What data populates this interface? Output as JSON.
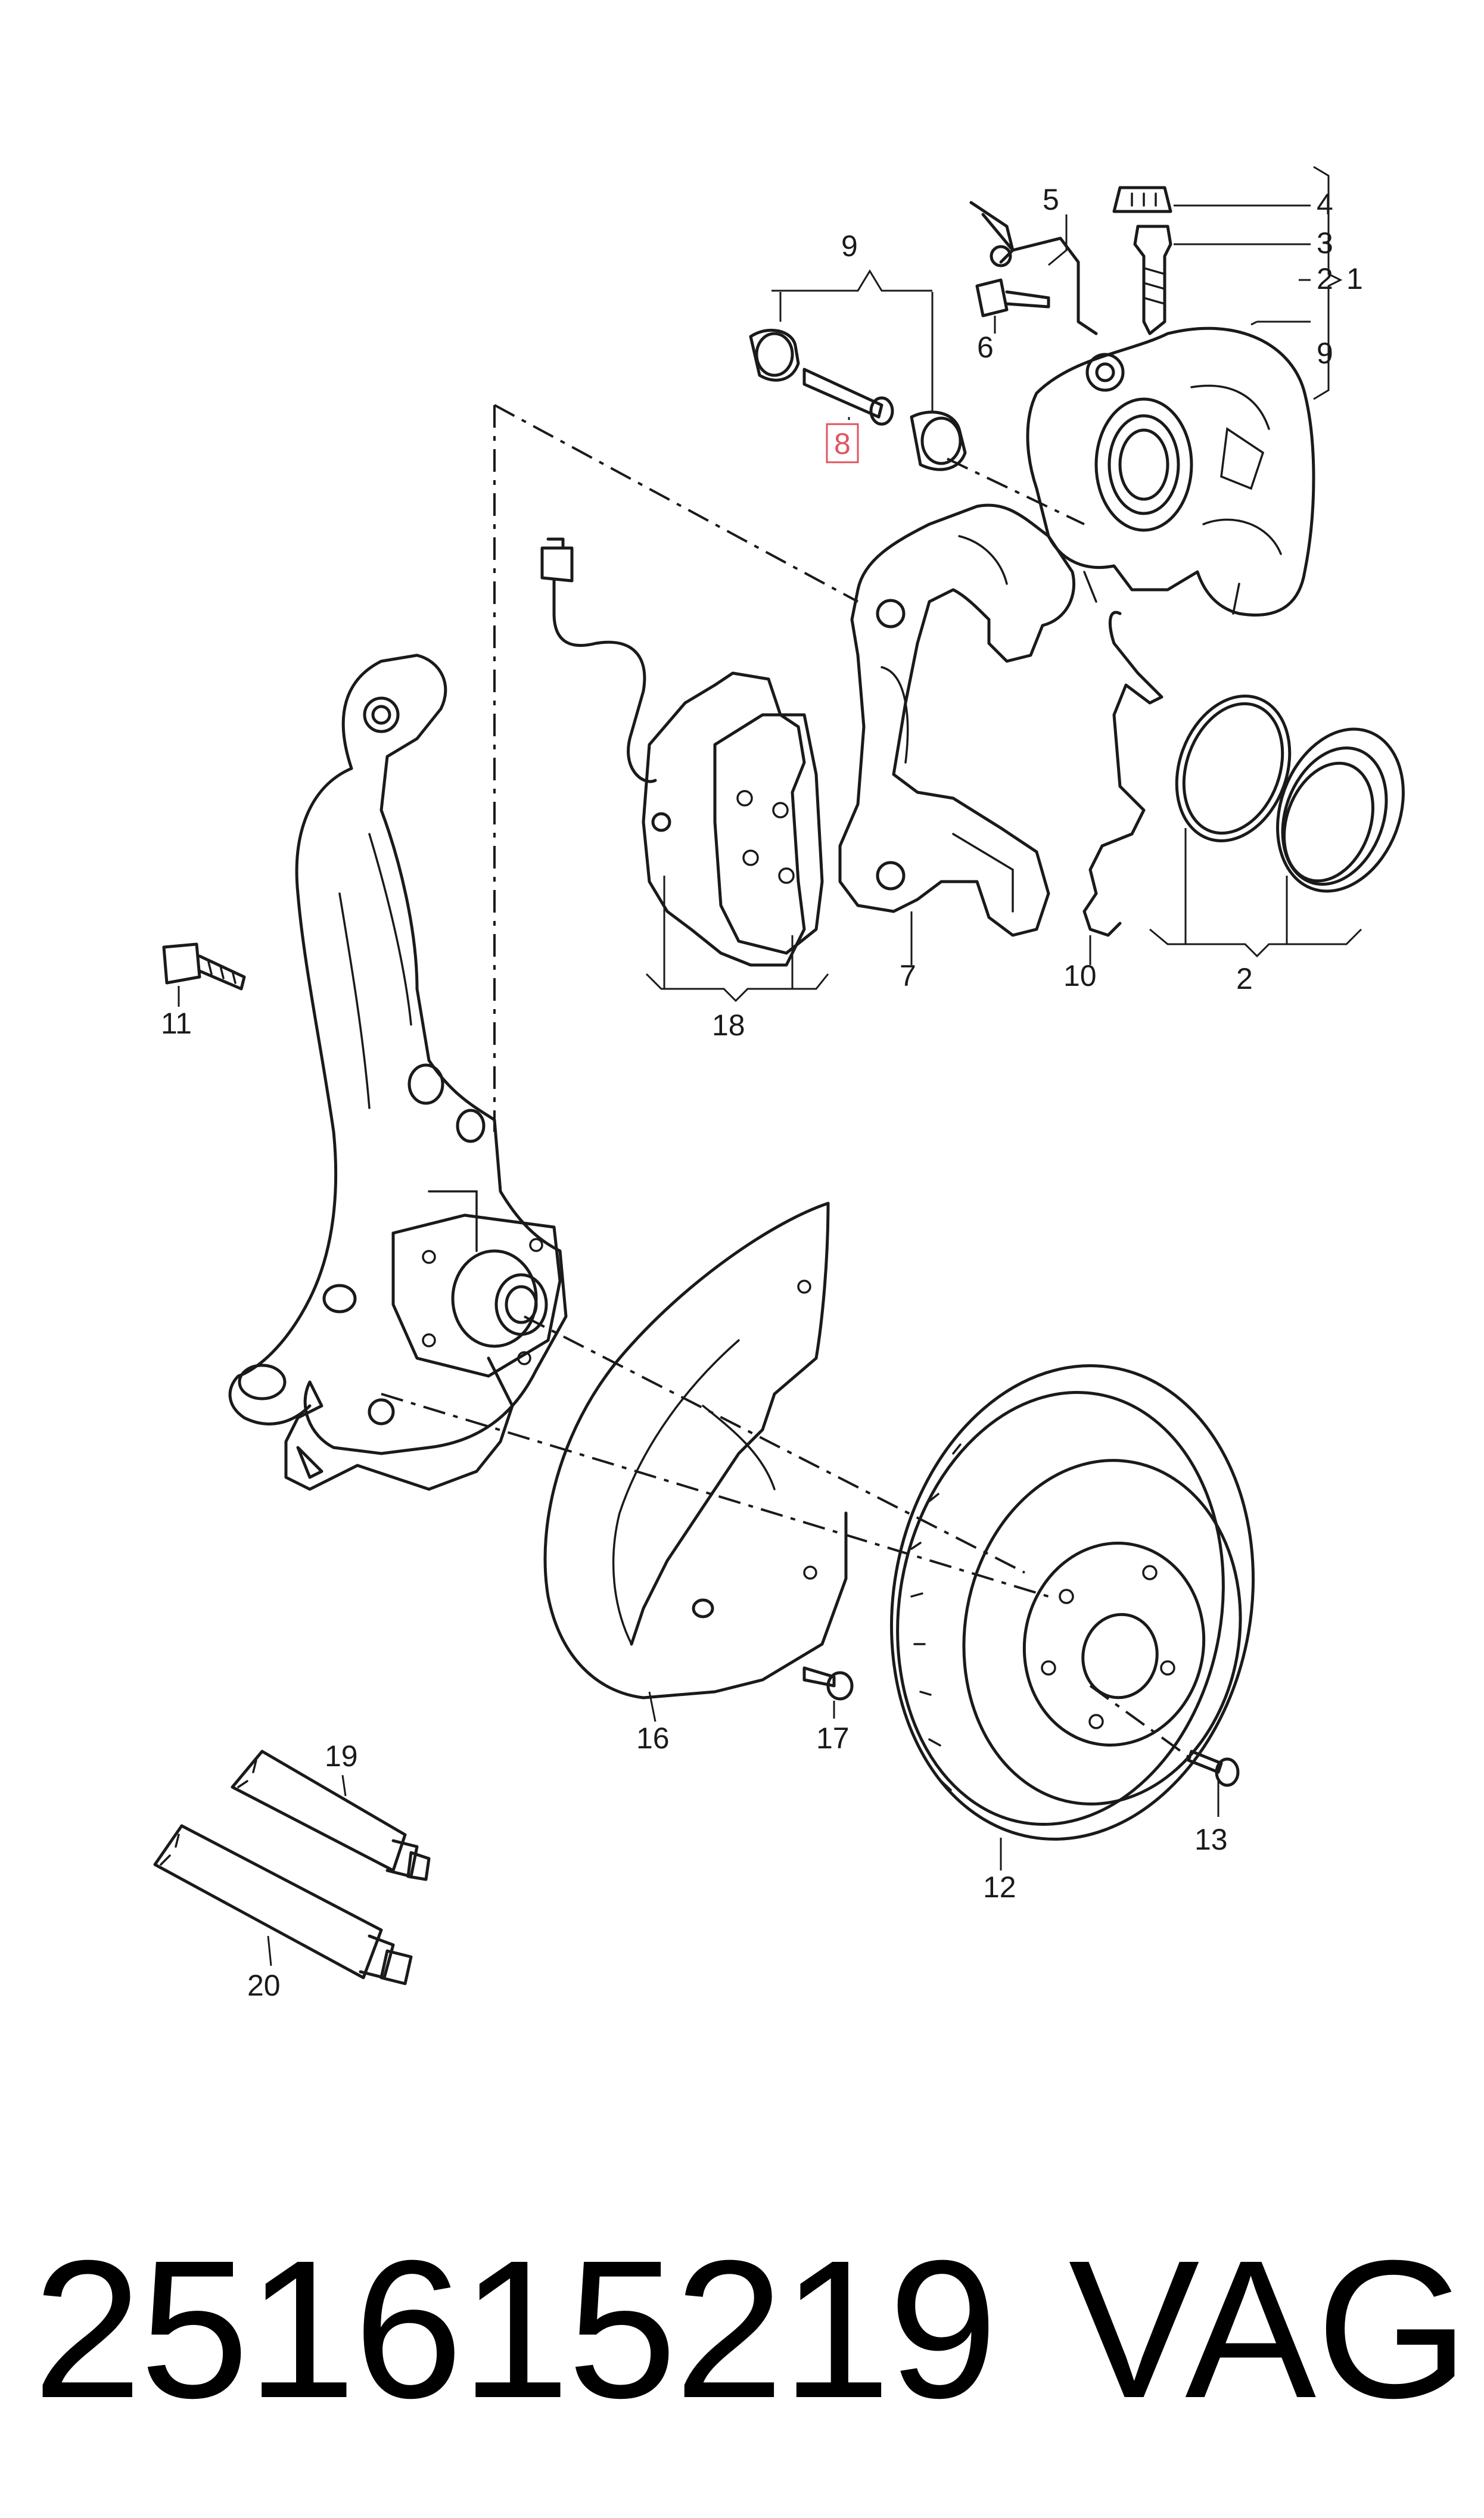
{
  "callouts": {
    "c1": "1",
    "c2a": "2",
    "c2b": "2",
    "c3": "3",
    "c4": "4",
    "c5": "5",
    "c6": "6",
    "c7": "7",
    "c8": "8",
    "c9a": "9",
    "c9b": "9",
    "c10": "10",
    "c11": "11",
    "c12": "12",
    "c13": "13",
    "c16": "16",
    "c17": "17",
    "c18": "18",
    "c19": "19",
    "c20": "20"
  },
  "highlight_color": "#e05560",
  "footer": {
    "part_number": "251615219",
    "brand": "VAG"
  }
}
